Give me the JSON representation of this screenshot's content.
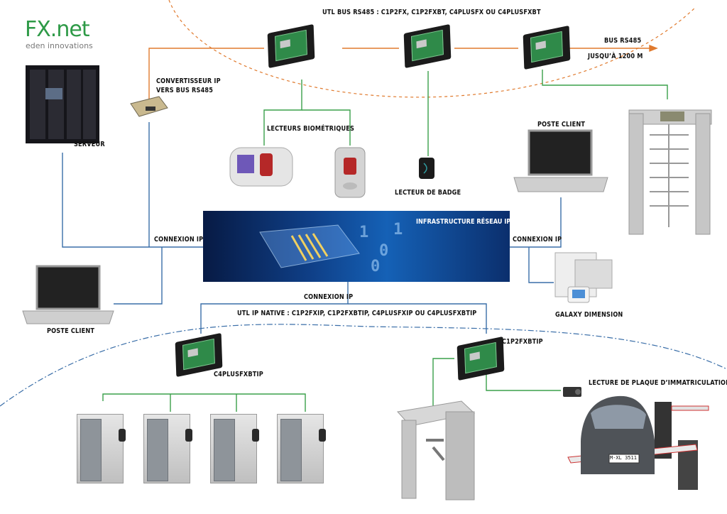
{
  "logo": {
    "brand": "FX.net",
    "tagline": "eden innovations"
  },
  "labels": {
    "utl_bus": "UTL BUS RS485 : C1P2FX, C1P2FXBT, C4PLUSFX OU C4PLUSFXBT",
    "bus_rs485": "BUS RS485",
    "jusqu": "JUSQU’À 1200 M",
    "convertisseur": "CONVERTISSEUR IP\nVERS BUS RS485",
    "serveur": "SERVEUR",
    "lecteurs_bio": "LECTEURS BIOMÉTRIQUES",
    "lecteur_badge": "LECTEUR DE BADGE",
    "poste_client_top": "POSTE CLIENT",
    "connexion_left": "CONNEXION IP",
    "connexion_right": "CONNEXION IP",
    "connexion_bottom": "CONNEXION IP",
    "poste_client_left": "POSTE CLIENT",
    "galaxy": "GALAXY DIMENSION",
    "utl_ip": "UTL IP NATIVE : C1P2FXIP, C1P2FXBTIP, C4PLUSFXIP OU C4PLUSFXBTIP",
    "c1p2fxbtip": "C1P2FXBTIP",
    "c4plusfxbtip": "C4PLUSFXBTIP",
    "plaque": "LECTURE DE PLAQUE D’IMMATRICULATION"
  },
  "banner": {
    "title": "INFRASTRUCTURE RÉSEAU IP",
    "digits": [
      "1",
      "0",
      "1",
      "0"
    ]
  },
  "car_plate": "M-XL 3511",
  "colors": {
    "ip_line": "#3a6ea8",
    "bus_line": "#e07a2e",
    "green_line": "#3aa04a",
    "dashed": "#e07a2e",
    "dashdot": "#3a6ea8",
    "brand": "#2e9a47"
  },
  "icons": [
    "server-rack-icon",
    "converter-icon",
    "controller-board-icon",
    "biometric-reader-icon",
    "badge-reader-icon",
    "laptop-icon",
    "turnstile-icon",
    "alarm-panel-icon",
    "door-icon",
    "tripod-gate-icon",
    "barrier-icon",
    "camera-icon",
    "car-icon"
  ]
}
